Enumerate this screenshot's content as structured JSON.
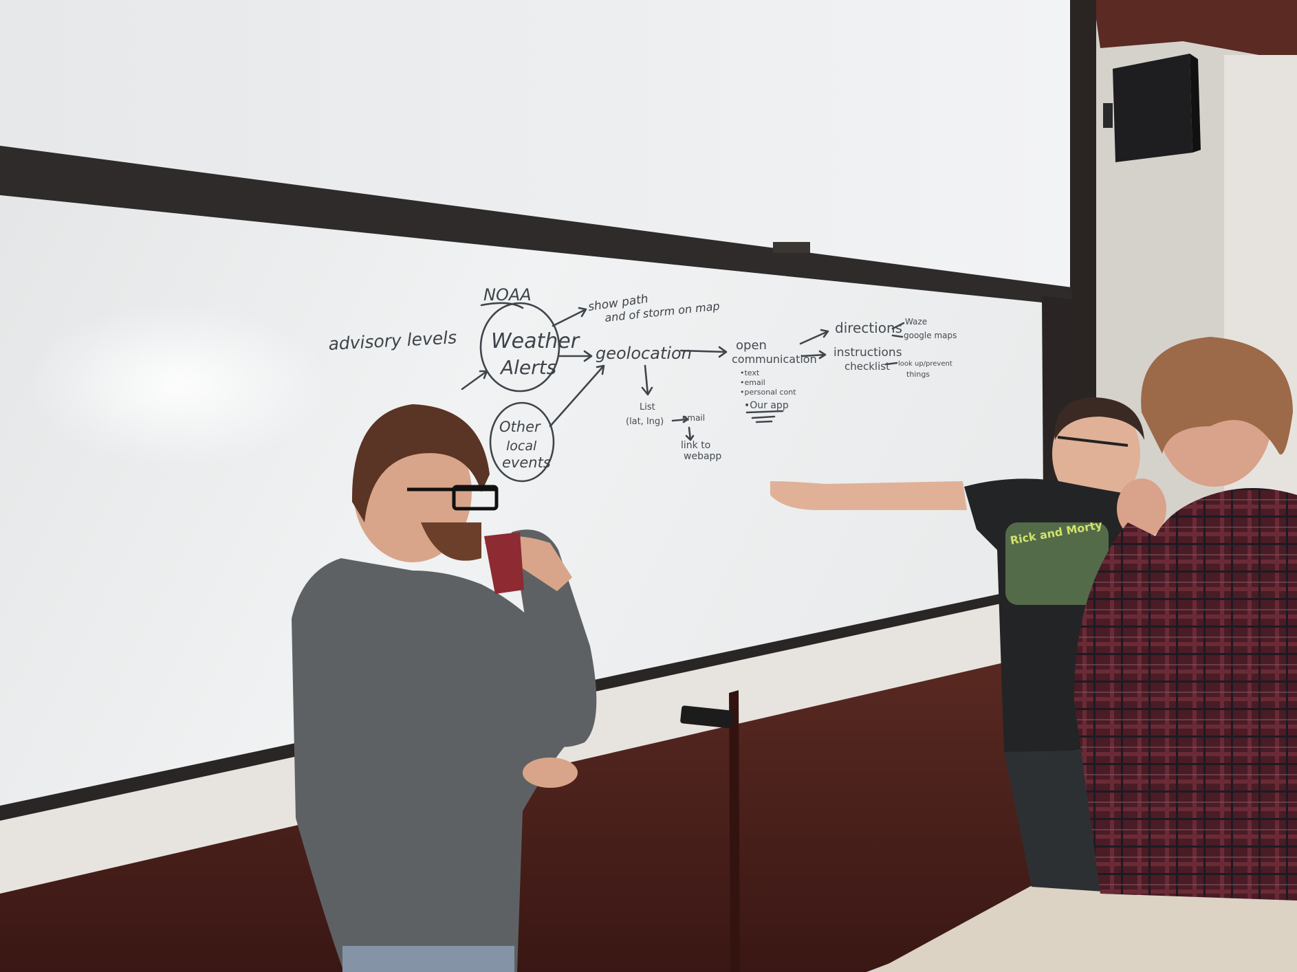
{
  "whiteboard": {
    "noaa": "NOAA",
    "advisory_levels": "advisory levels",
    "weather_alerts_line1": "Weather",
    "weather_alerts_line2": "Alerts",
    "other_local_events_line1": "Other",
    "other_local_events_line2": "local",
    "other_local_events_line3": "events",
    "show_path_line1": "show path",
    "show_path_line2": "and of storm on map",
    "geolocation": "geolocation",
    "open_communication_line1": "open",
    "open_communication_line2": "communication",
    "channels": [
      "•text",
      "•email",
      "•personal cont",
      "•Our app"
    ],
    "list_label": "List",
    "list_sub": "(lat, lng)",
    "email_label": "email",
    "link_line1": "link to",
    "link_line2": "webapp",
    "directions": "directions",
    "waze_line1": "Waze",
    "waze_line2": "google maps",
    "instructions": "instructions",
    "checklist": "checklist",
    "lookup_line1": "look up/prevent",
    "lookup_line2": "things"
  },
  "tshirt_text": "Rick and Morty",
  "colors": {
    "wall": "#cfccc6",
    "whiteboard": "#eceeef",
    "projection_screen": "#eef0f1",
    "frame": "#2c2a29",
    "wood": "#4a1f1a",
    "gray_shirt": "#5d6063",
    "black_shirt": "#232426",
    "plaid": "#4a1f28"
  }
}
